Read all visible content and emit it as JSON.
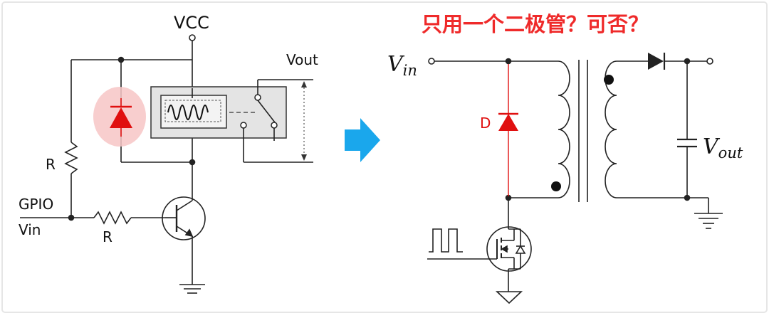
{
  "left": {
    "vcc": "VCC",
    "vout": "Vout",
    "r1": "R",
    "r2": "R",
    "gpio": "GPIO",
    "vin": "Vin"
  },
  "right": {
    "title": "只用一个二极管？可否？",
    "vin_main": "V",
    "vin_sub": "in",
    "vout_main": "V",
    "vout_sub": "out",
    "diode_label": "D"
  },
  "colors": {
    "title": "#ef2a2a",
    "diode": "#e01010",
    "highlight": "#f7c6c6",
    "relay_box": "#e4e4e4",
    "arrow": "#1aa7ec"
  }
}
